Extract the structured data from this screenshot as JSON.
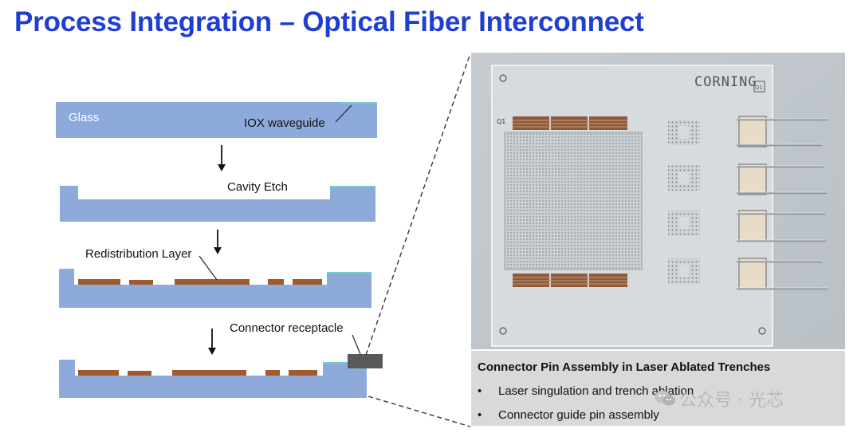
{
  "title": "Process Integration – Optical Fiber Interconnect",
  "process_steps": {
    "glass_label": "Glass",
    "waveguide_label": "IOX waveguide",
    "cavity_label": "Cavity Etch",
    "rdl_label": "Redistribution Layer",
    "connector_label": "Connector receptacle"
  },
  "photo": {
    "brand": "CORNING",
    "chip_id": "Q1",
    "corner_mark": "D1"
  },
  "caption": {
    "title": "Connector Pin Assembly in Laser Ablated Trenches",
    "bullet_symbol": "•",
    "items": [
      "Laser singulation and trench ablation",
      "Connector guide pin assembly"
    ]
  },
  "watermark": "公众号 · 光芯",
  "colors": {
    "title": "#1f3fd0",
    "glass": "#8eaadb",
    "waveguide": "#6fd0c8",
    "copper": "#a05a2c",
    "receptacle": "#595959",
    "caption_bg": "#d9d9d9"
  }
}
